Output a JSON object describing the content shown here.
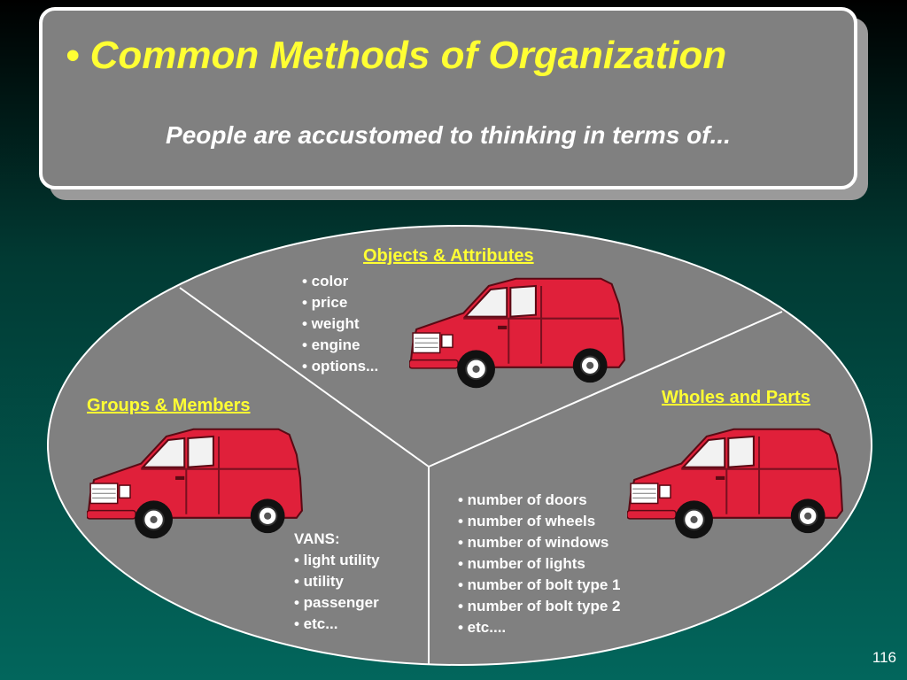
{
  "title": "• Common Methods of Organization",
  "subtitle": "People are accustomed to thinking in terms of...",
  "sections": {
    "objects": {
      "label": "Objects & Attributes",
      "items": [
        "• color",
        "• price",
        "• weight",
        "• engine",
        "• options..."
      ]
    },
    "groups": {
      "label": "Groups & Members",
      "heading": "VANS:",
      "items": [
        "• light utility",
        "• utility",
        "• passenger",
        "• etc..."
      ]
    },
    "wholes": {
      "label": "Wholes and Parts",
      "items": [
        "• number of doors",
        "• number of wheels",
        "• number of windows",
        "• number of lights",
        "• number of bolt type 1",
        "• number of bolt type 2",
        "• etc...."
      ]
    }
  },
  "page_number": "116",
  "colors": {
    "accent_yellow": "#ffff33",
    "van_red": "#e0203a",
    "panel_gray": "#808080"
  },
  "icons": [
    "van-icon"
  ]
}
